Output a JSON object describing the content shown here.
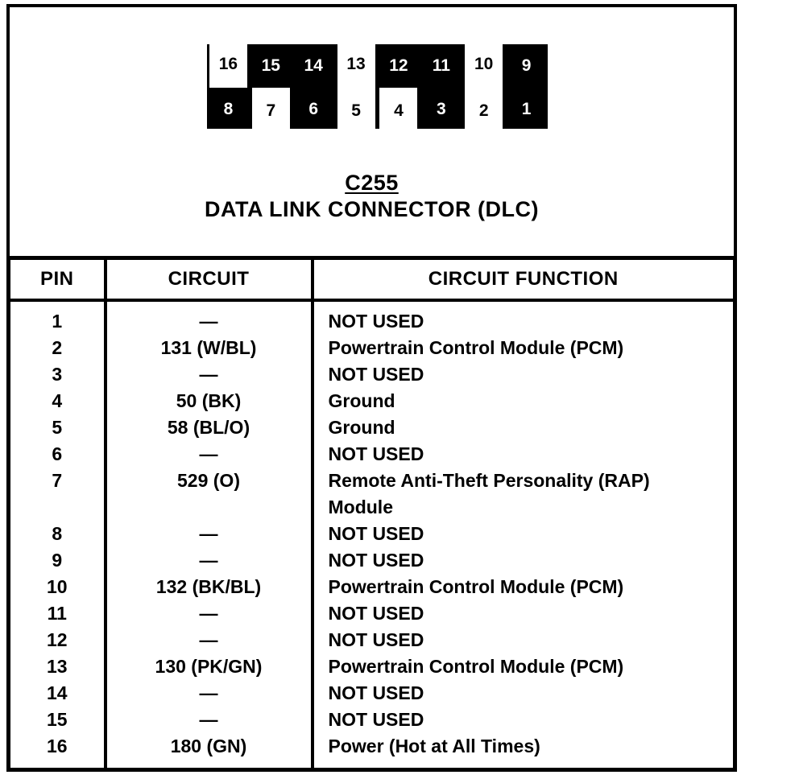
{
  "page": {
    "paper_color": "#ffffff",
    "ink_color": "#000000"
  },
  "connector": {
    "id": "C255",
    "name": "DATA LINK CONNECTOR (DLC)",
    "pin_rows": [
      [
        {
          "n": "16",
          "used": true
        },
        {
          "n": "15",
          "used": false
        },
        {
          "n": "14",
          "used": false
        },
        {
          "n": "13",
          "used": true
        },
        {
          "n": "12",
          "used": false
        },
        {
          "n": "11",
          "used": false
        },
        {
          "n": "10",
          "used": true
        },
        {
          "n": "9",
          "used": false
        }
      ],
      [
        {
          "n": "8",
          "used": false
        },
        {
          "n": "7",
          "used": true
        },
        {
          "n": "6",
          "used": false
        },
        {
          "n": "5",
          "used": true
        },
        {
          "n": "4",
          "used": true
        },
        {
          "n": "3",
          "used": false
        },
        {
          "n": "2",
          "used": true
        },
        {
          "n": "1",
          "used": false
        }
      ]
    ]
  },
  "pinout_table": {
    "headers": [
      "PIN",
      "CIRCUIT",
      "CIRCUIT FUNCTION"
    ],
    "rows": [
      {
        "pin": "1",
        "circuit": "—",
        "function": "NOT USED"
      },
      {
        "pin": "2",
        "circuit": "131 (W/BL)",
        "function": "Powertrain Control Module (PCM)"
      },
      {
        "pin": "3",
        "circuit": "—",
        "function": "NOT USED"
      },
      {
        "pin": "4",
        "circuit": "50 (BK)",
        "function": "Ground"
      },
      {
        "pin": "5",
        "circuit": "58 (BL/O)",
        "function": "Ground"
      },
      {
        "pin": "6",
        "circuit": "—",
        "function": "NOT USED"
      },
      {
        "pin": "7",
        "circuit": "529 (O)",
        "function": "Remote Anti-Theft Personality (RAP) Module"
      },
      {
        "pin": "8",
        "circuit": "—",
        "function": "NOT USED"
      },
      {
        "pin": "9",
        "circuit": "—",
        "function": "NOT USED"
      },
      {
        "pin": "10",
        "circuit": "132 (BK/BL)",
        "function": "Powertrain Control Module (PCM)"
      },
      {
        "pin": "11",
        "circuit": "—",
        "function": "NOT USED"
      },
      {
        "pin": "12",
        "circuit": "—",
        "function": "NOT USED"
      },
      {
        "pin": "13",
        "circuit": "130 (PK/GN)",
        "function": "Powertrain Control Module (PCM)"
      },
      {
        "pin": "14",
        "circuit": "—",
        "function": "NOT USED"
      },
      {
        "pin": "15",
        "circuit": "—",
        "function": "NOT USED"
      },
      {
        "pin": "16",
        "circuit": "180 (GN)",
        "function": "Power (Hot at All Times)"
      }
    ]
  }
}
